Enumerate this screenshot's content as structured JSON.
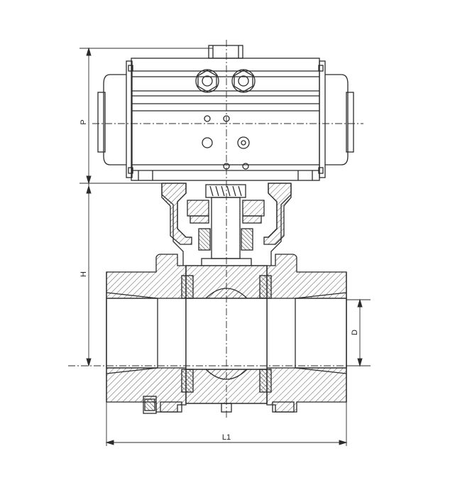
{
  "drawing": {
    "dimensions": {
      "p": "P",
      "h": "H",
      "d": "D",
      "l1": "L1"
    },
    "line_color": "#2b2b2b",
    "hatch_color": "#555555",
    "background": "#ffffff"
  }
}
